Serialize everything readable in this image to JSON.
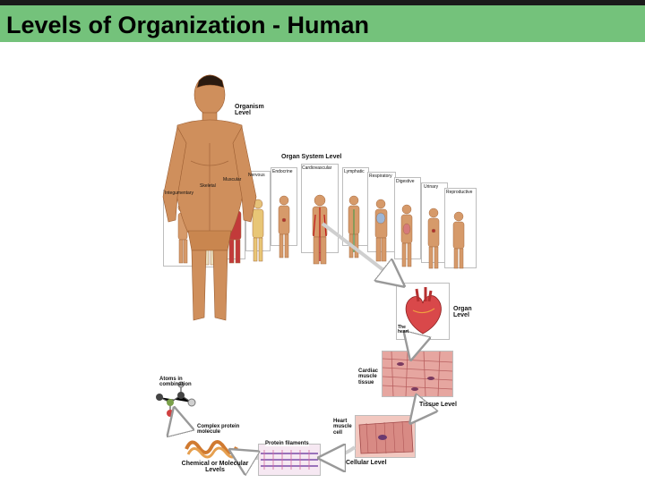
{
  "slide": {
    "title": "Levels of Organization - Human"
  },
  "diagram": {
    "organism_label": "Organism Level",
    "organ_system_label": "Organ System Level",
    "systems": [
      "Integumentary",
      "Skeletal",
      "Muscular",
      "Nervous",
      "Endocrine",
      "Cardiovascular",
      "Lymphatic",
      "Respiratory",
      "Digestive",
      "Urinary",
      "Reproductive"
    ],
    "organ_label": "Organ Level",
    "heart_caption": "The heart",
    "cardiac_caption": "Cardiac muscle tissue",
    "tissue_label": "Tissue Level",
    "cell_caption": "Heart muscle cell",
    "cellular_label": "Cellular Level",
    "protein_filaments": "Protein filaments",
    "complex_protein": "Complex protein molecule",
    "atoms_caption": "Atoms in combination",
    "chemical_label": "Chemical or Molecular Levels"
  }
}
